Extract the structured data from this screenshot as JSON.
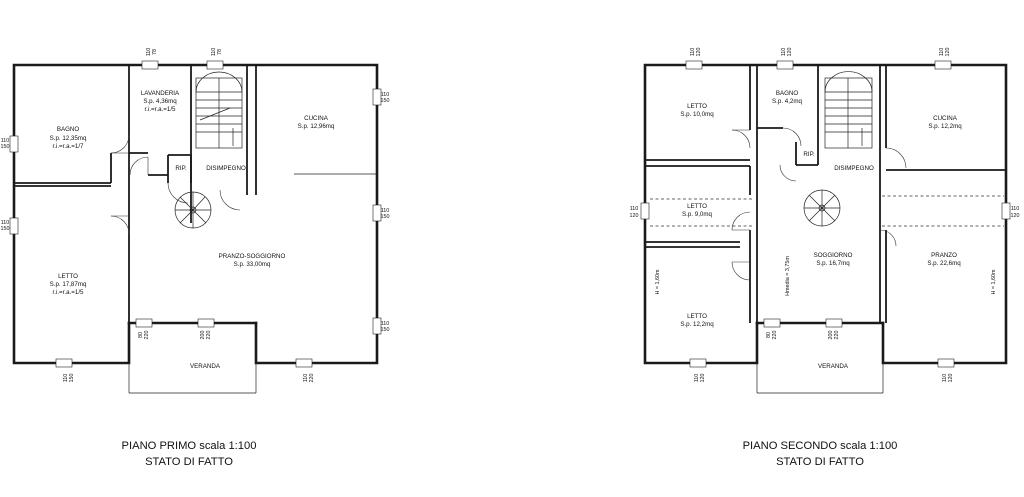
{
  "plans": [
    {
      "title": "PIANO PRIMO scala 1:100",
      "subtitle": "STATO DI FATTO",
      "rooms": {
        "bagno": {
          "name": "BAGNO",
          "area": "S.p. 12,35mq",
          "ratio": "r.i.=r.a.=1/7"
        },
        "lavanderia": {
          "name": "LAVANDERIA",
          "area": "S.p. 4,36mq",
          "ratio": "r.i.=r.a.=1/5"
        },
        "cucina": {
          "name": "CUCINA",
          "area": "S.p. 12,96mq"
        },
        "rip": {
          "name": "RIP."
        },
        "disimpegno": {
          "name": "DISIMPEGNO"
        },
        "letto": {
          "name": "LETTO",
          "area": "S.p. 17,87mq",
          "ratio": "r.i.=r.a.=1/5"
        },
        "pranzo_soggiorno": {
          "name": "PRANZO-SOGGIORNO",
          "area": "S.p. 33,00mq"
        },
        "veranda": {
          "name": "VERANDA"
        }
      },
      "dims": {
        "top_lav": [
          "110",
          "78"
        ],
        "top_stair": [
          "110",
          "78"
        ],
        "right_cucina": [
          "110",
          "150"
        ],
        "right_mid": [
          "110",
          "150"
        ],
        "right_low": [
          "110",
          "150"
        ],
        "left_bagno": [
          "110",
          "150"
        ],
        "left_letto": [
          "110",
          "150"
        ],
        "bot_letto": [
          "110",
          "150"
        ],
        "bot_cucina": [
          "110",
          "220"
        ],
        "ver_a": [
          "80",
          "220"
        ],
        "ver_b": [
          "200",
          "220"
        ]
      }
    },
    {
      "title": "PIANO SECONDO scala 1:100",
      "subtitle": "STATO DI FATTO",
      "rooms": {
        "letto1": {
          "name": "LETTO",
          "area": "S.p. 10,0mq"
        },
        "bagno": {
          "name": "BAGNO",
          "area": "S.p. 4,2mq"
        },
        "cucina": {
          "name": "CUCINA",
          "area": "S.p. 12,2mq"
        },
        "rip": {
          "name": "RIP."
        },
        "disimpegno": {
          "name": "DISIMPEGNO"
        },
        "letto2": {
          "name": "LETTO",
          "area": "S.p. 9,0mq"
        },
        "soggiorno": {
          "name": "SOGGIORNO",
          "area": "S.p. 16,7mq"
        },
        "pranzo": {
          "name": "PRANZO",
          "area": "S.p. 22,6mq"
        },
        "letto3": {
          "name": "LETTO",
          "area": "S.p. 12,2mq"
        },
        "veranda": {
          "name": "VERANDA"
        }
      },
      "heights": {
        "left": "H = 1,60m",
        "right": "H = 1,60m",
        "center": "Hmedia = 3,75m"
      },
      "dims": {
        "top_letto": [
          "110",
          "120"
        ],
        "top_bagno": [
          "110",
          "120"
        ],
        "top_cucina": [
          "110",
          "120"
        ],
        "left": [
          "110",
          "120"
        ],
        "right": [
          "110",
          "120"
        ],
        "bot_letto": [
          "110",
          "120"
        ],
        "bot_pranzo": [
          "110",
          "120"
        ],
        "ver_a": [
          "80",
          "220"
        ],
        "ver_b": [
          "200",
          "220"
        ]
      }
    }
  ]
}
